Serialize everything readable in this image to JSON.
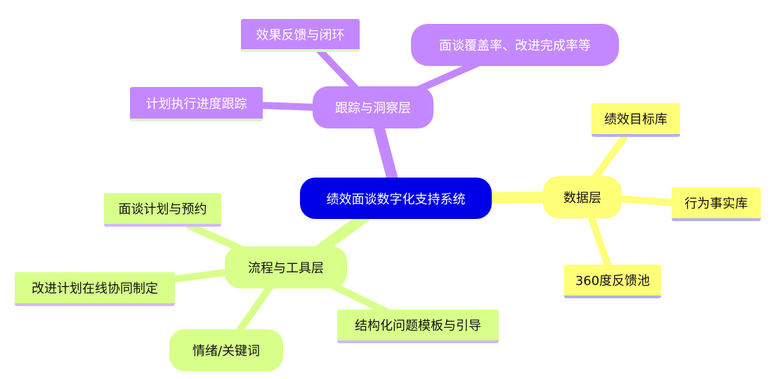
{
  "root": {
    "label": "绩效面谈数字化支持系统",
    "color": "#0000e6"
  },
  "branches": [
    {
      "label": "跟踪与洞察层",
      "color": "#c388ff",
      "children": [
        "效果反馈与闭环",
        "面谈覆盖率、改进完成率等",
        "计划执行进度跟踪"
      ]
    },
    {
      "label": "数据层",
      "color": "#ffff78",
      "children": [
        "绩效目标库",
        "行为事实库",
        "360度反馈池"
      ]
    },
    {
      "label": "流程与工具层",
      "color": "#d8ff8a",
      "children": [
        "面谈计划与预约",
        "改进计划在线协同制定",
        "情绪/关键词",
        "结构化问题模板与引导"
      ]
    }
  ]
}
